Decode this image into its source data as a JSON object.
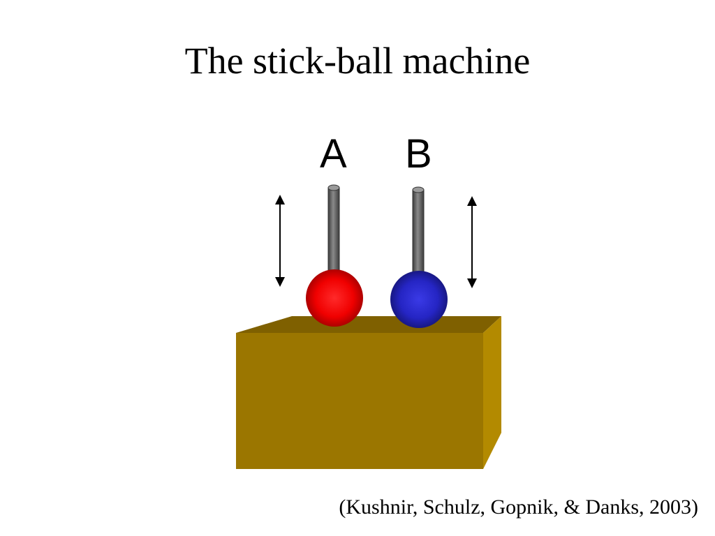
{
  "slide": {
    "title": "The stick-ball machine",
    "citation": "(Kushnir, Schulz, Gopnik, & Danks, 2003)"
  },
  "machine": {
    "box_color": "#9b7600",
    "box_top_color": "#7f6000",
    "box_side_color": "#b38a00",
    "stick_color": "#6e6e6e",
    "arrow_color": "#000000"
  },
  "balls": [
    {
      "label": "A",
      "color": "#ff1010"
    },
    {
      "label": "B",
      "color": "#2a2ad0"
    }
  ]
}
